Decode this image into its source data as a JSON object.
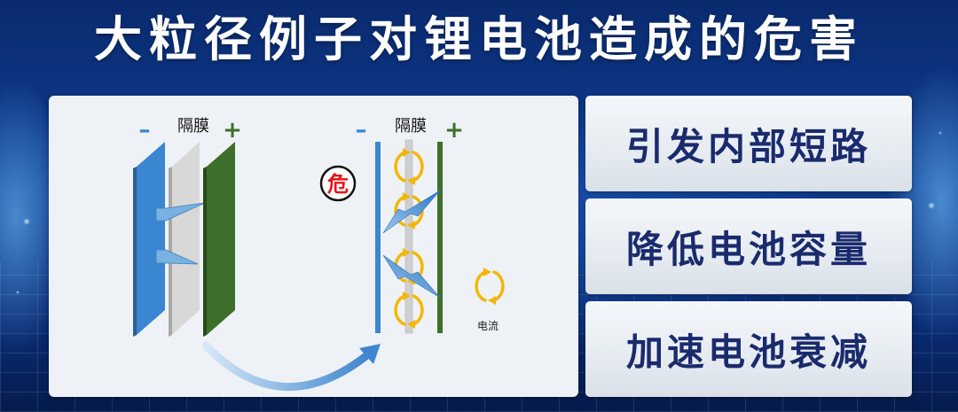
{
  "title": "大粒径例子对锂电池造成的危害",
  "diagram": {
    "before": {
      "negative_label": "–",
      "separator_label": "隔膜",
      "positive_label": "+"
    },
    "after": {
      "negative_label": "–",
      "separator_label": "隔膜",
      "positive_label": "+",
      "danger_label": "危"
    },
    "current_label": "电流"
  },
  "hazards": [
    "引发内部短路",
    "降低电池容量",
    "加速电池衰减"
  ],
  "colors": {
    "background": "#0b2d74",
    "title": "#ffffff",
    "hazard_text": "#1a2b6d",
    "negative": "#3a86d1",
    "separator": "#cfcfcf",
    "positive": "#3e6f2a",
    "danger": "#e3161b",
    "current_arrow": "#f2b705"
  },
  "icons": {
    "danger_badge": "danger-badge-icon",
    "current_loop": "circular-arrow-icon",
    "transition_arrow": "curved-arrow-icon",
    "puncture": "lightning-icon"
  }
}
